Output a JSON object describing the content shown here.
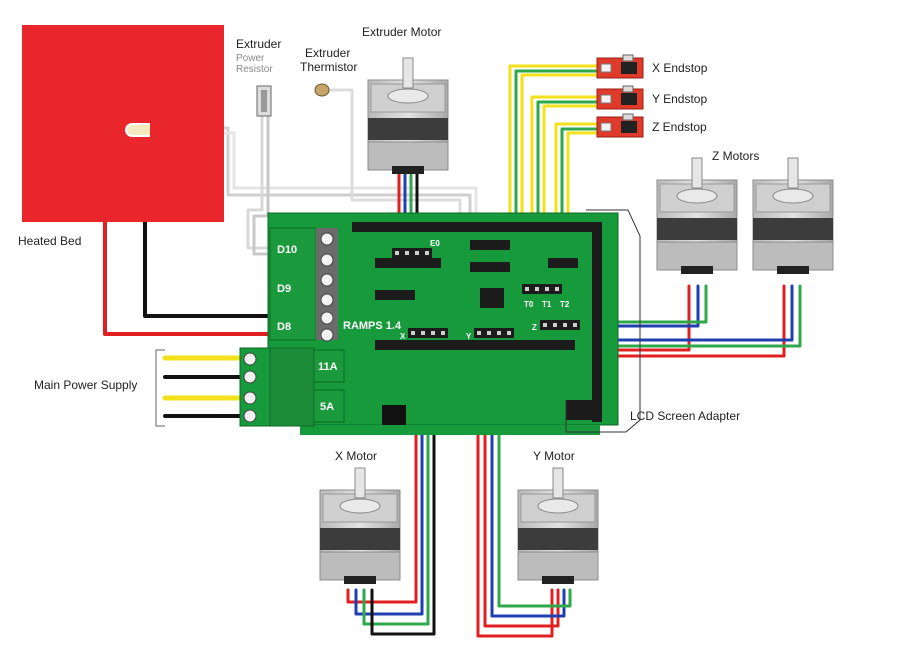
{
  "labels": {
    "heated_bed": "Heated Bed",
    "extruder_resistor_title": "Extruder",
    "extruder_resistor_sub1": "Power",
    "extruder_resistor_sub2": "Resistor",
    "extruder_thermistor_1": "Extruder",
    "extruder_thermistor_2": "Thermistor",
    "extruder_motor": "Extruder Motor",
    "x_endstop": "X Endstop",
    "y_endstop": "Y Endstop",
    "z_endstop": "Z Endstop",
    "z_motors": "Z Motors",
    "main_power_supply": "Main Power Supply",
    "lcd_screen_adapter": "LCD Screen Adapter",
    "x_motor": "X Motor",
    "y_motor": "Y Motor"
  },
  "board": {
    "name": "RAMPS 1.4",
    "d10": "D10",
    "d9": "D9",
    "d8": "D8",
    "fuse_11a": "11A",
    "fuse_5a": "5A",
    "e0": "E0",
    "t0": "T0",
    "t1": "T1",
    "t2": "T2",
    "x": "X",
    "y": "Y",
    "z": "Z",
    "plus": "+",
    "minus": "−"
  },
  "colors": {
    "heated_bed": "#e8262b",
    "board": "#169a3b",
    "wire_red": "#e02020",
    "wire_black": "#111111",
    "wire_yellow": "#f3e21a",
    "wire_green": "#2ea84a",
    "wire_blue": "#1f3fb0",
    "endstop": "#e03a2a"
  }
}
